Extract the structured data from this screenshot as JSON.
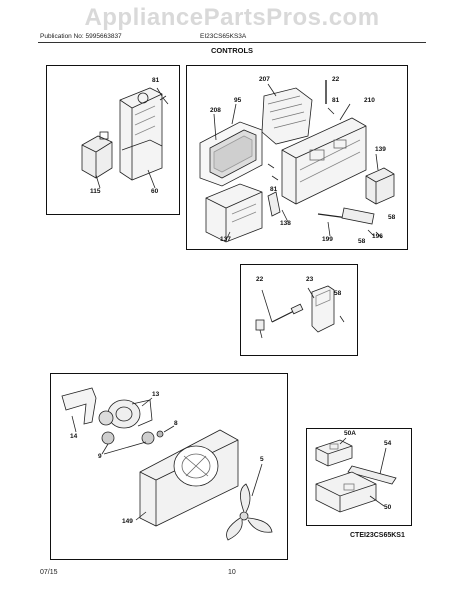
{
  "watermark": "AppliancePartsPros.com",
  "header": {
    "publication": "Publication No: 5995663837",
    "model": "EI23CS65KS3A"
  },
  "title": "CONTROLS",
  "figure_code": "CTEI23CS65KS1",
  "footer": {
    "date": "07/15",
    "page": "10"
  },
  "parts": {
    "p81a": "81",
    "p115": "115",
    "p60": "60",
    "p207": "207",
    "p22a": "22",
    "p95": "95",
    "p208": "208",
    "p81b": "81",
    "p210": "210",
    "p139": "139",
    "p81c": "81",
    "p138": "138",
    "p137": "137",
    "p199": "199",
    "p58a": "58",
    "p58b": "58",
    "p196": "196",
    "p22b": "22",
    "p23": "23",
    "p58c": "58",
    "p13": "13",
    "p14": "14",
    "p8": "8",
    "p9": "9",
    "p149": "149",
    "p5": "5",
    "p50a": "50A",
    "p54": "54",
    "p50": "50"
  }
}
